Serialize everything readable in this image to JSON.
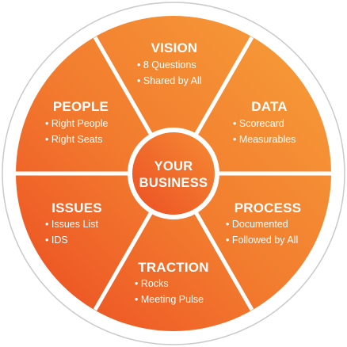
{
  "colors": {
    "outer_ring_border": "#c9c9c9",
    "segment_light": "#f7a03a",
    "segment_dark": "#ee5524",
    "divider": "#ffffff",
    "center_fill": "#ef5a24",
    "text": "#ffffff"
  },
  "center": {
    "line1": "YOUR",
    "line2": "BUSINESS"
  },
  "segments": [
    {
      "title": "VISION",
      "items": [
        "8 Questions",
        "Shared by All"
      ]
    },
    {
      "title": "DATA",
      "items": [
        "Scorecard",
        "Measurables"
      ]
    },
    {
      "title": "PROCESS",
      "items": [
        "Documented",
        "Followed by All"
      ]
    },
    {
      "title": "TRACTION",
      "items": [
        "Rocks",
        "Meeting Pulse"
      ]
    },
    {
      "title": "ISSUES",
      "items": [
        "Issues List",
        "IDS"
      ]
    },
    {
      "title": "PEOPLE",
      "items": [
        "Right People",
        "Right Seats"
      ]
    }
  ]
}
